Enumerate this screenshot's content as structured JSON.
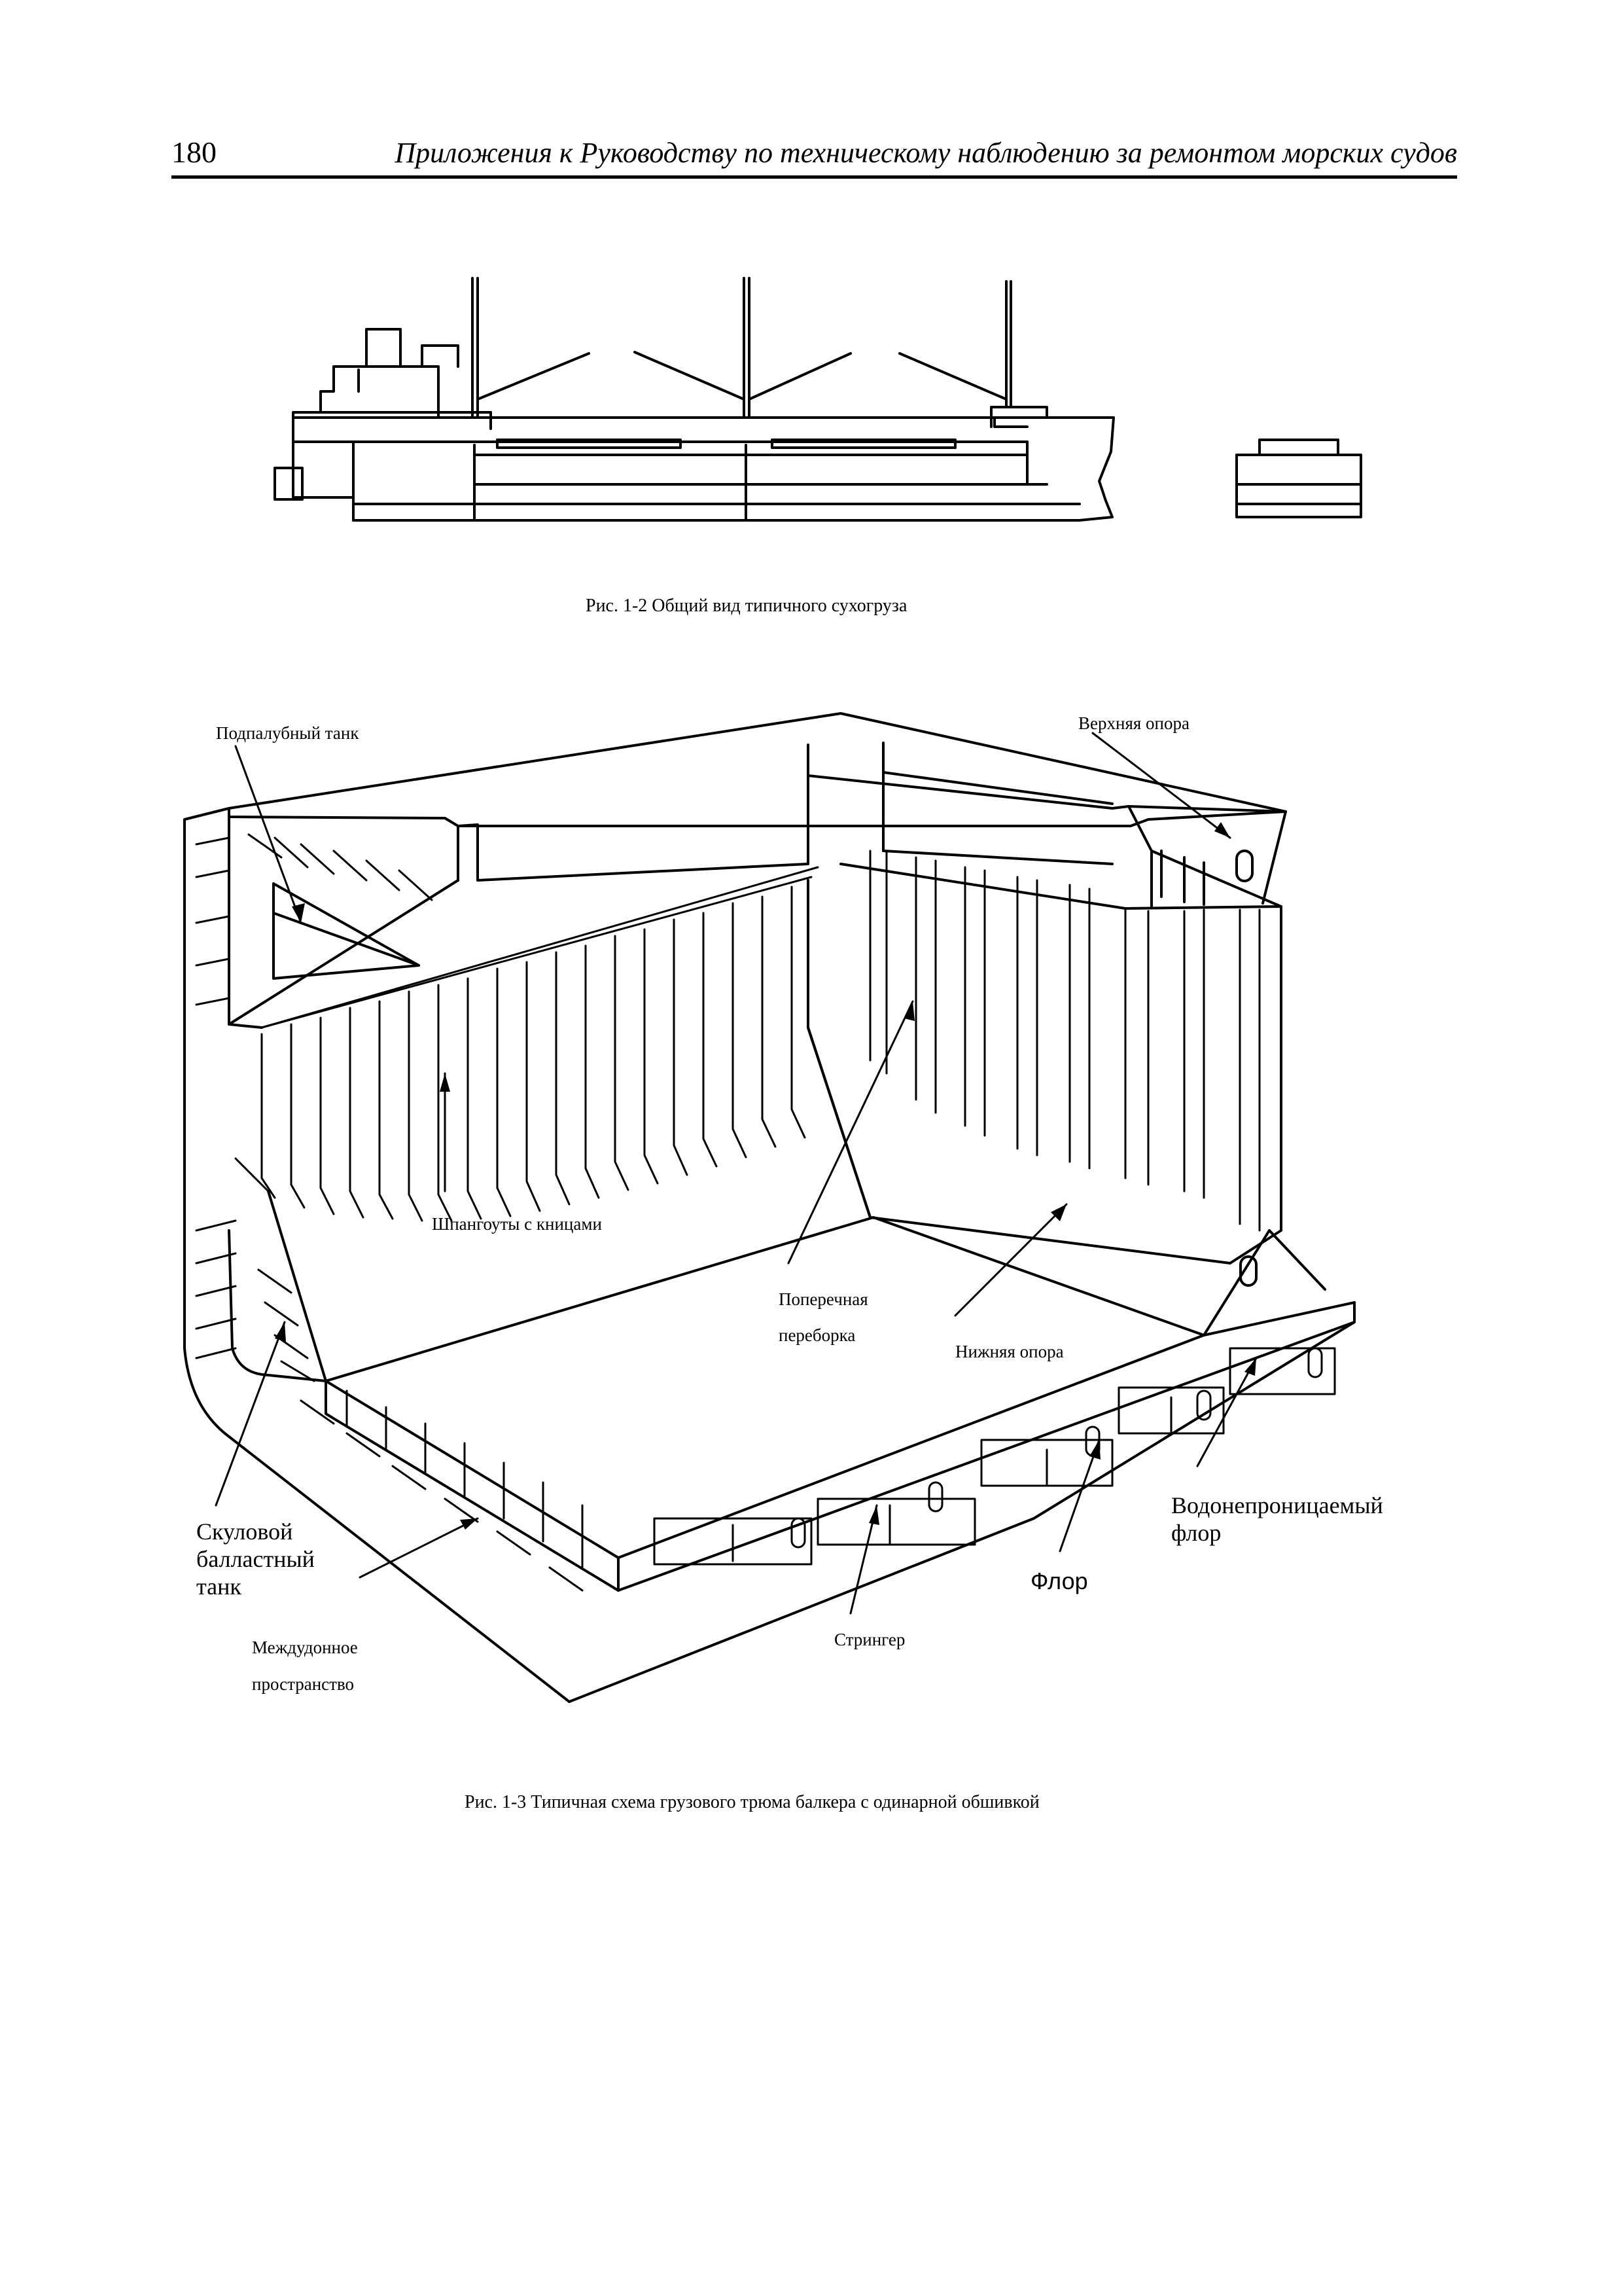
{
  "header": {
    "page_number": "180",
    "running_title": "Приложения  к Руководству по техническому наблюдению за ремонтом морских судов"
  },
  "figure_1_2": {
    "caption": "Рис. 1-2 Общий вид типичного сухогруза"
  },
  "figure_1_3": {
    "caption": "Рис. 1-3 Типичная схема грузового трюма балкера с одинарной обшивкой",
    "labels": {
      "topside_tank": "Подпалубный танк",
      "upper_stool": "Верхняя опора",
      "frames_with_brackets": "Шпангоуты с кницами",
      "transverse_bulkhead_1": "Поперечная",
      "transverse_bulkhead_2": "переборка",
      "lower_stool": "Нижняя опора",
      "watertight_floor_1": "Водонепроницаемый",
      "watertight_floor_2": "флор",
      "floor": "Флор",
      "hopper_tank_1": "Скуловой",
      "hopper_tank_2": "балластный",
      "hopper_tank_3": "танк",
      "double_bottom_1": "Междудонное",
      "double_bottom_2": "пространство",
      "girder": "Стрингер"
    }
  }
}
